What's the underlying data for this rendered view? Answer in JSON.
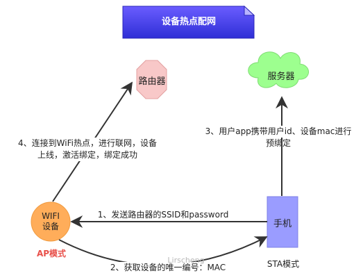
{
  "title": "设备热点配网",
  "nodes": {
    "router": "路由器",
    "server": "服务器",
    "device": [
      "WIFI",
      "设备"
    ],
    "phone": "手机"
  },
  "mode_labels": {
    "ap": "AP模式",
    "sta": "STA模式"
  },
  "steps": {
    "step1": "1、发送路由器的SSID和password",
    "step2": "2、获取设备的唯一编号：MAC",
    "step3": [
      "3、用户app携带用户id、设备mac进行",
      "预绑定"
    ],
    "step4": [
      "4、连接到WiFi热点，进行联网，设备",
      "上线，激活绑定，绑定成功"
    ]
  },
  "watermark": "Lirscheng",
  "colors": {
    "title_fill": "#4a3de8",
    "router_fill": "#f8c8c8",
    "server_fill": "#9dff8f",
    "device_fill": "#ffad5a",
    "phone_fill": "#9a9cff",
    "ap_label": "#e8504a",
    "edge": "#333333"
  }
}
